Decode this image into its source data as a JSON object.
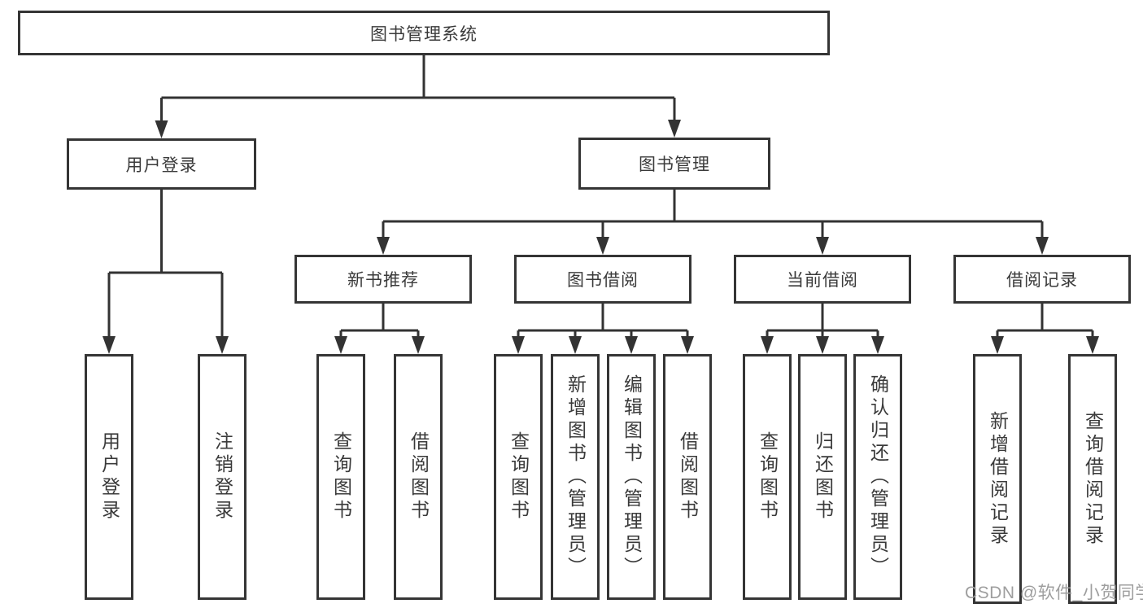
{
  "diagram": {
    "root": {
      "label": "图书管理系统"
    },
    "branches": [
      {
        "label": "用户登录",
        "leaves": [
          {
            "label": "用户登录"
          },
          {
            "label": "注销登录"
          }
        ]
      },
      {
        "label": "图书管理",
        "groups": [
          {
            "label": "新书推荐",
            "leaves": [
              {
                "label": "查询图书"
              },
              {
                "label": "借阅图书"
              }
            ]
          },
          {
            "label": "图书借阅",
            "leaves": [
              {
                "label": "查询图书"
              },
              {
                "label": "新增图书（管理员）"
              },
              {
                "label": "编辑图书（管理员）"
              },
              {
                "label": "借阅图书"
              }
            ]
          },
          {
            "label": "当前借阅",
            "leaves": [
              {
                "label": "查询图书"
              },
              {
                "label": "归还图书"
              },
              {
                "label": "确认归还（管理员）"
              }
            ]
          },
          {
            "label": "借阅记录",
            "leaves": [
              {
                "label": "新增借阅记录"
              },
              {
                "label": "查询借阅记录"
              }
            ]
          }
        ]
      }
    ]
  },
  "watermark": "CSDN @软件_小贺同学",
  "colors": {
    "line": "#333333",
    "border": "#353535",
    "text": "#3a3a3a",
    "watermark_text": "#9e9e9e",
    "background": "#ffffff"
  }
}
